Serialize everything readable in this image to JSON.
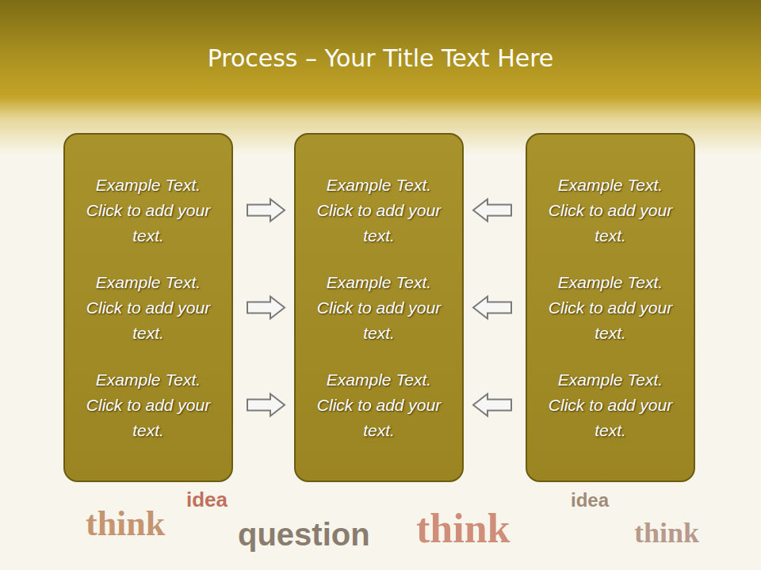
{
  "diagram": {
    "title": "Process – Your Title Text Here",
    "nodes": [
      {
        "text": [
          "Example Text. Click to add your text.",
          "Example Text. Click to add your text.",
          "Example Text. Click to add your text."
        ]
      },
      {
        "text": [
          "Example Text. Click to add your text.",
          "Example Text. Click to add your text.",
          "Example Text. Click to add your text."
        ]
      },
      {
        "text": [
          "Example Text. Click to add your text.",
          "Example Text. Click to add your text.",
          "Example Text. Click to add your text."
        ]
      }
    ],
    "edges": [
      {
        "from": 0,
        "to": 1,
        "arrow": "to"
      },
      {
        "from": 0,
        "to": 1,
        "arrow": "to"
      },
      {
        "from": 0,
        "to": 1,
        "arrow": "to"
      },
      {
        "from": 2,
        "to": 1,
        "arrow": "to"
      },
      {
        "from": 2,
        "to": 1,
        "arrow": "to"
      },
      {
        "from": 2,
        "to": 1,
        "arrow": "to"
      }
    ],
    "labels": [
      "think",
      "idea",
      "question",
      "think",
      "idea",
      "think"
    ]
  }
}
